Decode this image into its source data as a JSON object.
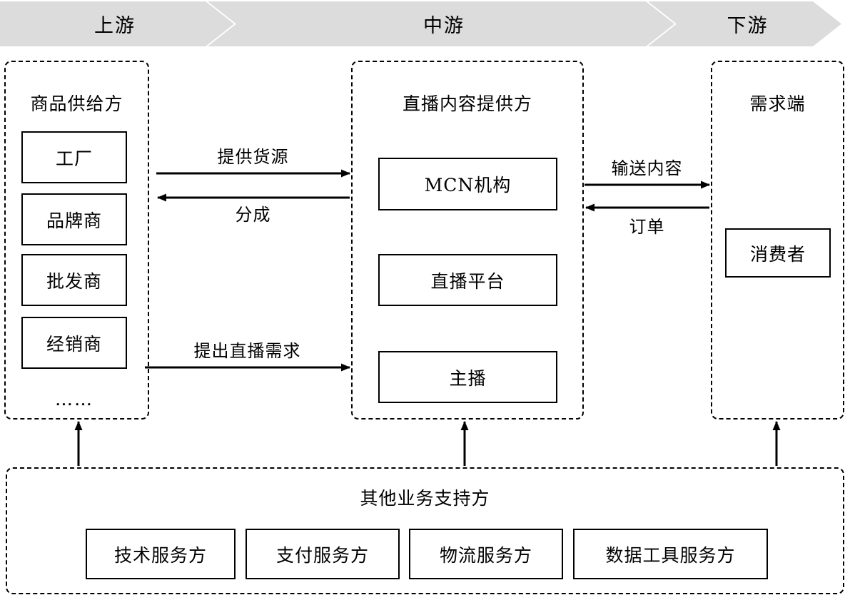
{
  "banner": {
    "segments": [
      {
        "label": "上游"
      },
      {
        "label": "中游"
      },
      {
        "label": "下游"
      }
    ]
  },
  "upstream_panel": {
    "title": "商品供给方",
    "items": [
      {
        "label": "工厂"
      },
      {
        "label": "品牌商"
      },
      {
        "label": "批发商"
      },
      {
        "label": "经销商"
      }
    ],
    "more": "……"
  },
  "midstream_panel": {
    "title": "直播内容提供方",
    "items": [
      {
        "label": "MCN机构"
      },
      {
        "label": "直播平台"
      },
      {
        "label": "主播"
      }
    ]
  },
  "downstream_panel": {
    "title": "需求端",
    "items": [
      {
        "label": "消费者"
      }
    ]
  },
  "support_panel": {
    "title": "其他业务支持方",
    "items": [
      {
        "label": "技术服务方"
      },
      {
        "label": "支付服务方"
      },
      {
        "label": "物流服务方"
      },
      {
        "label": "数据工具服务方"
      }
    ]
  },
  "flows": [
    {
      "label": "提供货源",
      "direction": "right"
    },
    {
      "label": "分成",
      "direction": "left"
    },
    {
      "label": "提出直播需求",
      "direction": "right"
    },
    {
      "label": "输送内容",
      "direction": "right"
    },
    {
      "label": "订单",
      "direction": "left"
    }
  ],
  "colors": {
    "banner_fill": "#dcdcdc",
    "stroke": "#000000",
    "background": "#ffffff"
  }
}
